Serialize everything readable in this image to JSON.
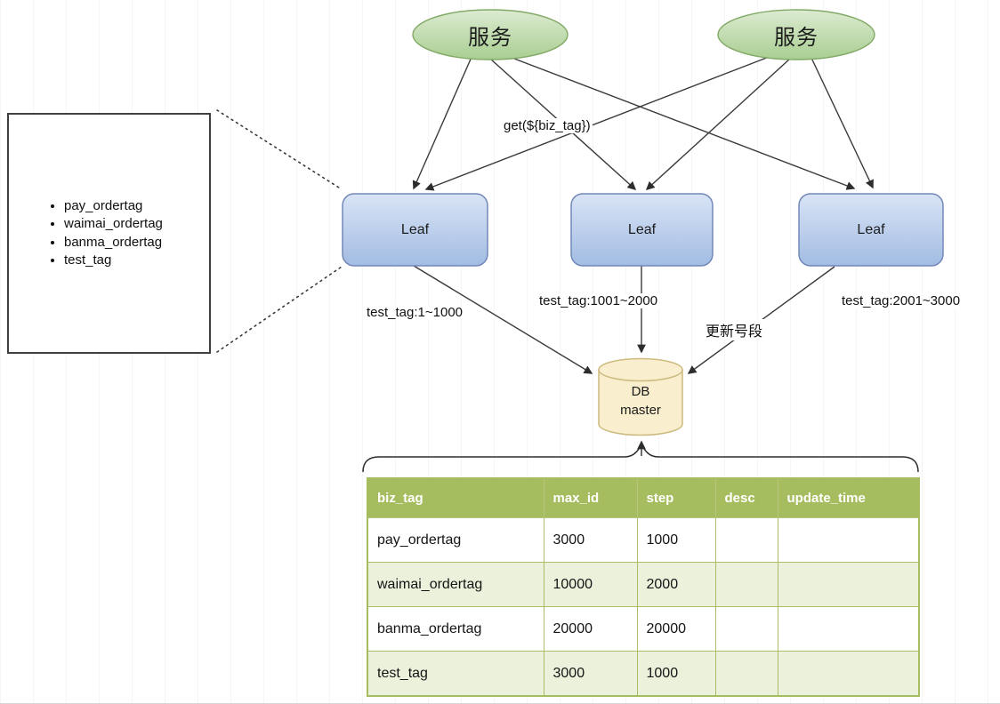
{
  "diagram": {
    "service_nodes": [
      {
        "label": "服务"
      },
      {
        "label": "服务"
      }
    ],
    "leaf_nodes": [
      {
        "label": "Leaf"
      },
      {
        "label": "Leaf"
      },
      {
        "label": "Leaf"
      }
    ],
    "db_node": {
      "line1": "DB",
      "line2": "master"
    },
    "edge_labels": {
      "get_request": "get(${biz_tag})",
      "leaf1_range": "test_tag:1~1000",
      "leaf2_range": "test_tag:1001~2000",
      "leaf3_range": "test_tag:2001~3000",
      "update_segment": "更新号段"
    },
    "biz_tag_panel": {
      "items": [
        "pay_ordertag",
        "waimai_ordertag",
        "banma_ordertag",
        "test_tag"
      ]
    }
  },
  "db_table": {
    "headers": [
      "biz_tag",
      "max_id",
      "step",
      "desc",
      "update_time"
    ],
    "rows": [
      [
        "pay_ordertag",
        "3000",
        "1000",
        "",
        ""
      ],
      [
        "waimai_ordertag",
        "10000",
        "2000",
        "",
        ""
      ],
      [
        "banma_ordertag",
        "20000",
        "20000",
        "",
        ""
      ],
      [
        "test_tag",
        "3000",
        "1000",
        "",
        ""
      ]
    ]
  },
  "colors": {
    "service_fill_top": "#ddebd2",
    "service_fill_bottom": "#a8ce91",
    "service_border": "#82a966",
    "leaf_fill_top": "#d9e4f5",
    "leaf_fill_bottom": "#a2bce3",
    "leaf_border": "#7288b9",
    "db_fill": "#f9efce",
    "db_border": "#ccba7f",
    "table_header_bg": "#a6bd5f",
    "table_row_alt_bg": "#ecf1dc",
    "connector": "#3a3a3a"
  }
}
